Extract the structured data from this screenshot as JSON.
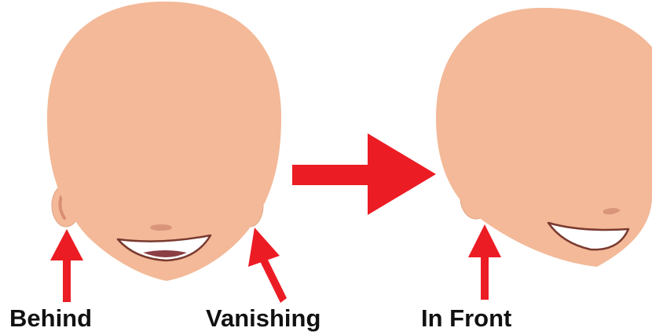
{
  "labels": {
    "behind": "Behind",
    "vanishing": "Vanishing",
    "in_front": "In Front"
  },
  "colors": {
    "skin": "#f3b998",
    "skin_shadow": "#d9957a",
    "ear_inner": "#e29a7f",
    "mouth": "#ffffff",
    "mouth_outline": "#7a3a2f",
    "tongue": "#8b3f45",
    "arrow": "#ec1c24",
    "background": "#ffffff"
  }
}
